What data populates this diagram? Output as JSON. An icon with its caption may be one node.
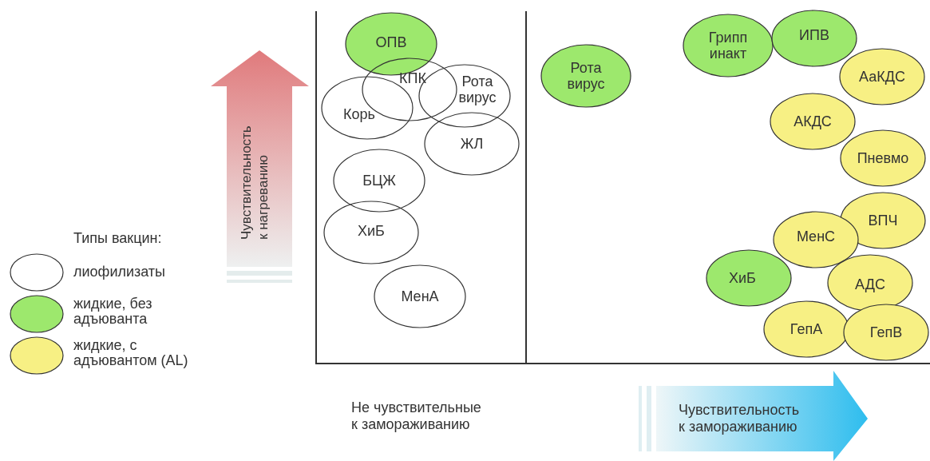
{
  "diagram": {
    "nodes": [
      {
        "text": [
          "ОПВ"
        ]
      },
      {
        "text": [
          "КПК"
        ]
      },
      {
        "text": [
          "Рота вирус"
        ]
      },
      {
        "text": [
          "Корь"
        ]
      },
      {
        "text": [
          "ЖЛ"
        ]
      },
      {
        "text": [
          "БЦЖ"
        ]
      },
      {
        "text": [
          "ХиБ"
        ]
      },
      {
        "text": [
          "МенА"
        ]
      },
      {
        "text": [
          "Рота вирус"
        ]
      },
      {
        "text": [
          "Грипп инакт"
        ]
      },
      {
        "text": [
          "ИПВ"
        ]
      },
      {
        "text": [
          "АаКДС"
        ]
      },
      {
        "text": [
          "АКДС"
        ]
      },
      {
        "text": [
          "Пневмо"
        ]
      },
      {
        "text": [
          "ВПЧ"
        ]
      },
      {
        "text": [
          "МенС"
        ]
      },
      {
        "text": [
          "ХиБ"
        ]
      },
      {
        "text": [
          "АДС"
        ]
      },
      {
        "text": [
          "ГепА"
        ]
      },
      {
        "text": [
          "ГепВ"
        ]
      }
    ],
    "edges": [],
    "labels": [
      "Чувствительность к нагреванию",
      "Типы вакцин:",
      "Не чувствительные к замораживанию",
      "Чувствительность к замораживанию"
    ],
    "legend": [
      {
        "text": "лиофилизаты"
      },
      {
        "text": "жидкие, без адъюванта",
        "color": "#9de86d"
      },
      {
        "text": "жидкие, с адъювантом (AL)",
        "color": "#f7f084"
      }
    ]
  }
}
